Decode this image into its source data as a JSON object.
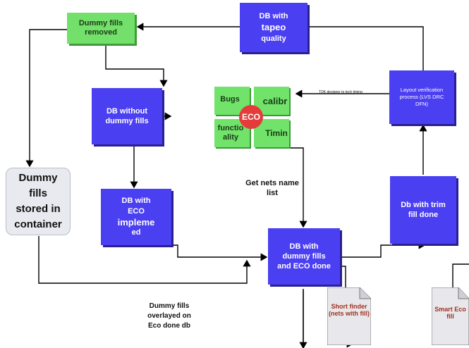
{
  "nodes": {
    "dummy_fills_removed": "Dummy fills removed",
    "db_tapeo_quality": [
      "DB with",
      "tapeo",
      "quality"
    ],
    "db_without_dummy": "DB without dummy fills",
    "layout_verification": "Layout verification process (LVS DRC DFN)",
    "dummy_fills_stored": "Dummy fills stored in container",
    "db_eco_implemented": [
      "DB with",
      "ECO",
      "impleme",
      "ed"
    ],
    "db_dummy_eco_done": "DB with dummy fills and ECO done",
    "db_trim_fill": "Db with trim fill done"
  },
  "eco_cluster": {
    "center": "ECO",
    "tiles": [
      "Bugs",
      "calibr",
      "functio ality",
      "Timin"
    ]
  },
  "labels": {
    "get_nets": "Get nets name list",
    "overlay": "Dummy fills overlayed on Eco done db",
    "small_note": "TDK designer to tech timing"
  },
  "docs": {
    "short_finder": "Short finder (nets with fill)",
    "smart_eco": "Smart Eco fill"
  },
  "colors": {
    "blue": "#4b3ff2",
    "green": "#72e06a",
    "eco_red": "#e63b3b",
    "doc_text": "#a0311c"
  }
}
